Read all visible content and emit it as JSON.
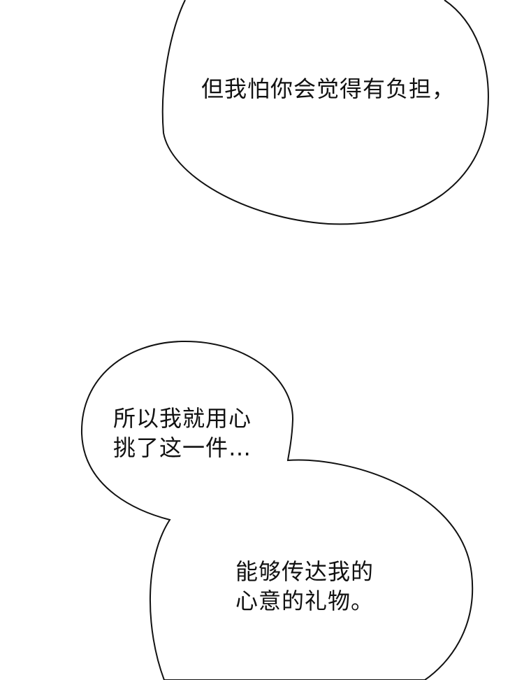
{
  "bubbles": [
    {
      "lines": [
        "但我怕你会觉得有负担，"
      ]
    },
    {
      "lines": [
        "所以我就用心",
        "挑了这一件…"
      ]
    },
    {
      "lines": [
        "能够传达我的",
        "心意的礼物。"
      ]
    }
  ],
  "colors": {
    "background": "#ffffff",
    "stroke": "#111111",
    "text": "#111111"
  }
}
